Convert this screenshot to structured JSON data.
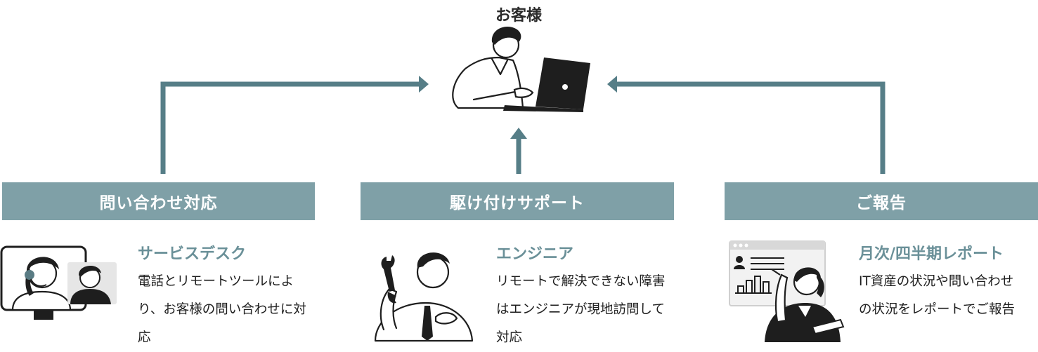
{
  "customer": {
    "title": "お客様"
  },
  "services": [
    {
      "bar_label": "問い合わせ対応",
      "role": "サービスデスク",
      "description": "電話とリモートツールにより、お客様の問い合わせに対応"
    },
    {
      "bar_label": "駆け付けサポート",
      "role": "エンジニア",
      "description": "リモートで解決できない障害はエンジニアが現地訪問して対応"
    },
    {
      "bar_label": "ご報告",
      "role": "月次/四半期レポート",
      "description": "IT資産の状況や問い合わせの状況をレポートでご報告"
    }
  ],
  "colors": {
    "accent": "#7fa0a7",
    "arrow": "#567e87",
    "role_text": "#6a9098",
    "ink": "#1e1e1e"
  },
  "icons": [
    "customer-laptop-illustration",
    "headset-video-call-illustration",
    "engineer-wrench-illustration",
    "report-presenter-illustration"
  ]
}
